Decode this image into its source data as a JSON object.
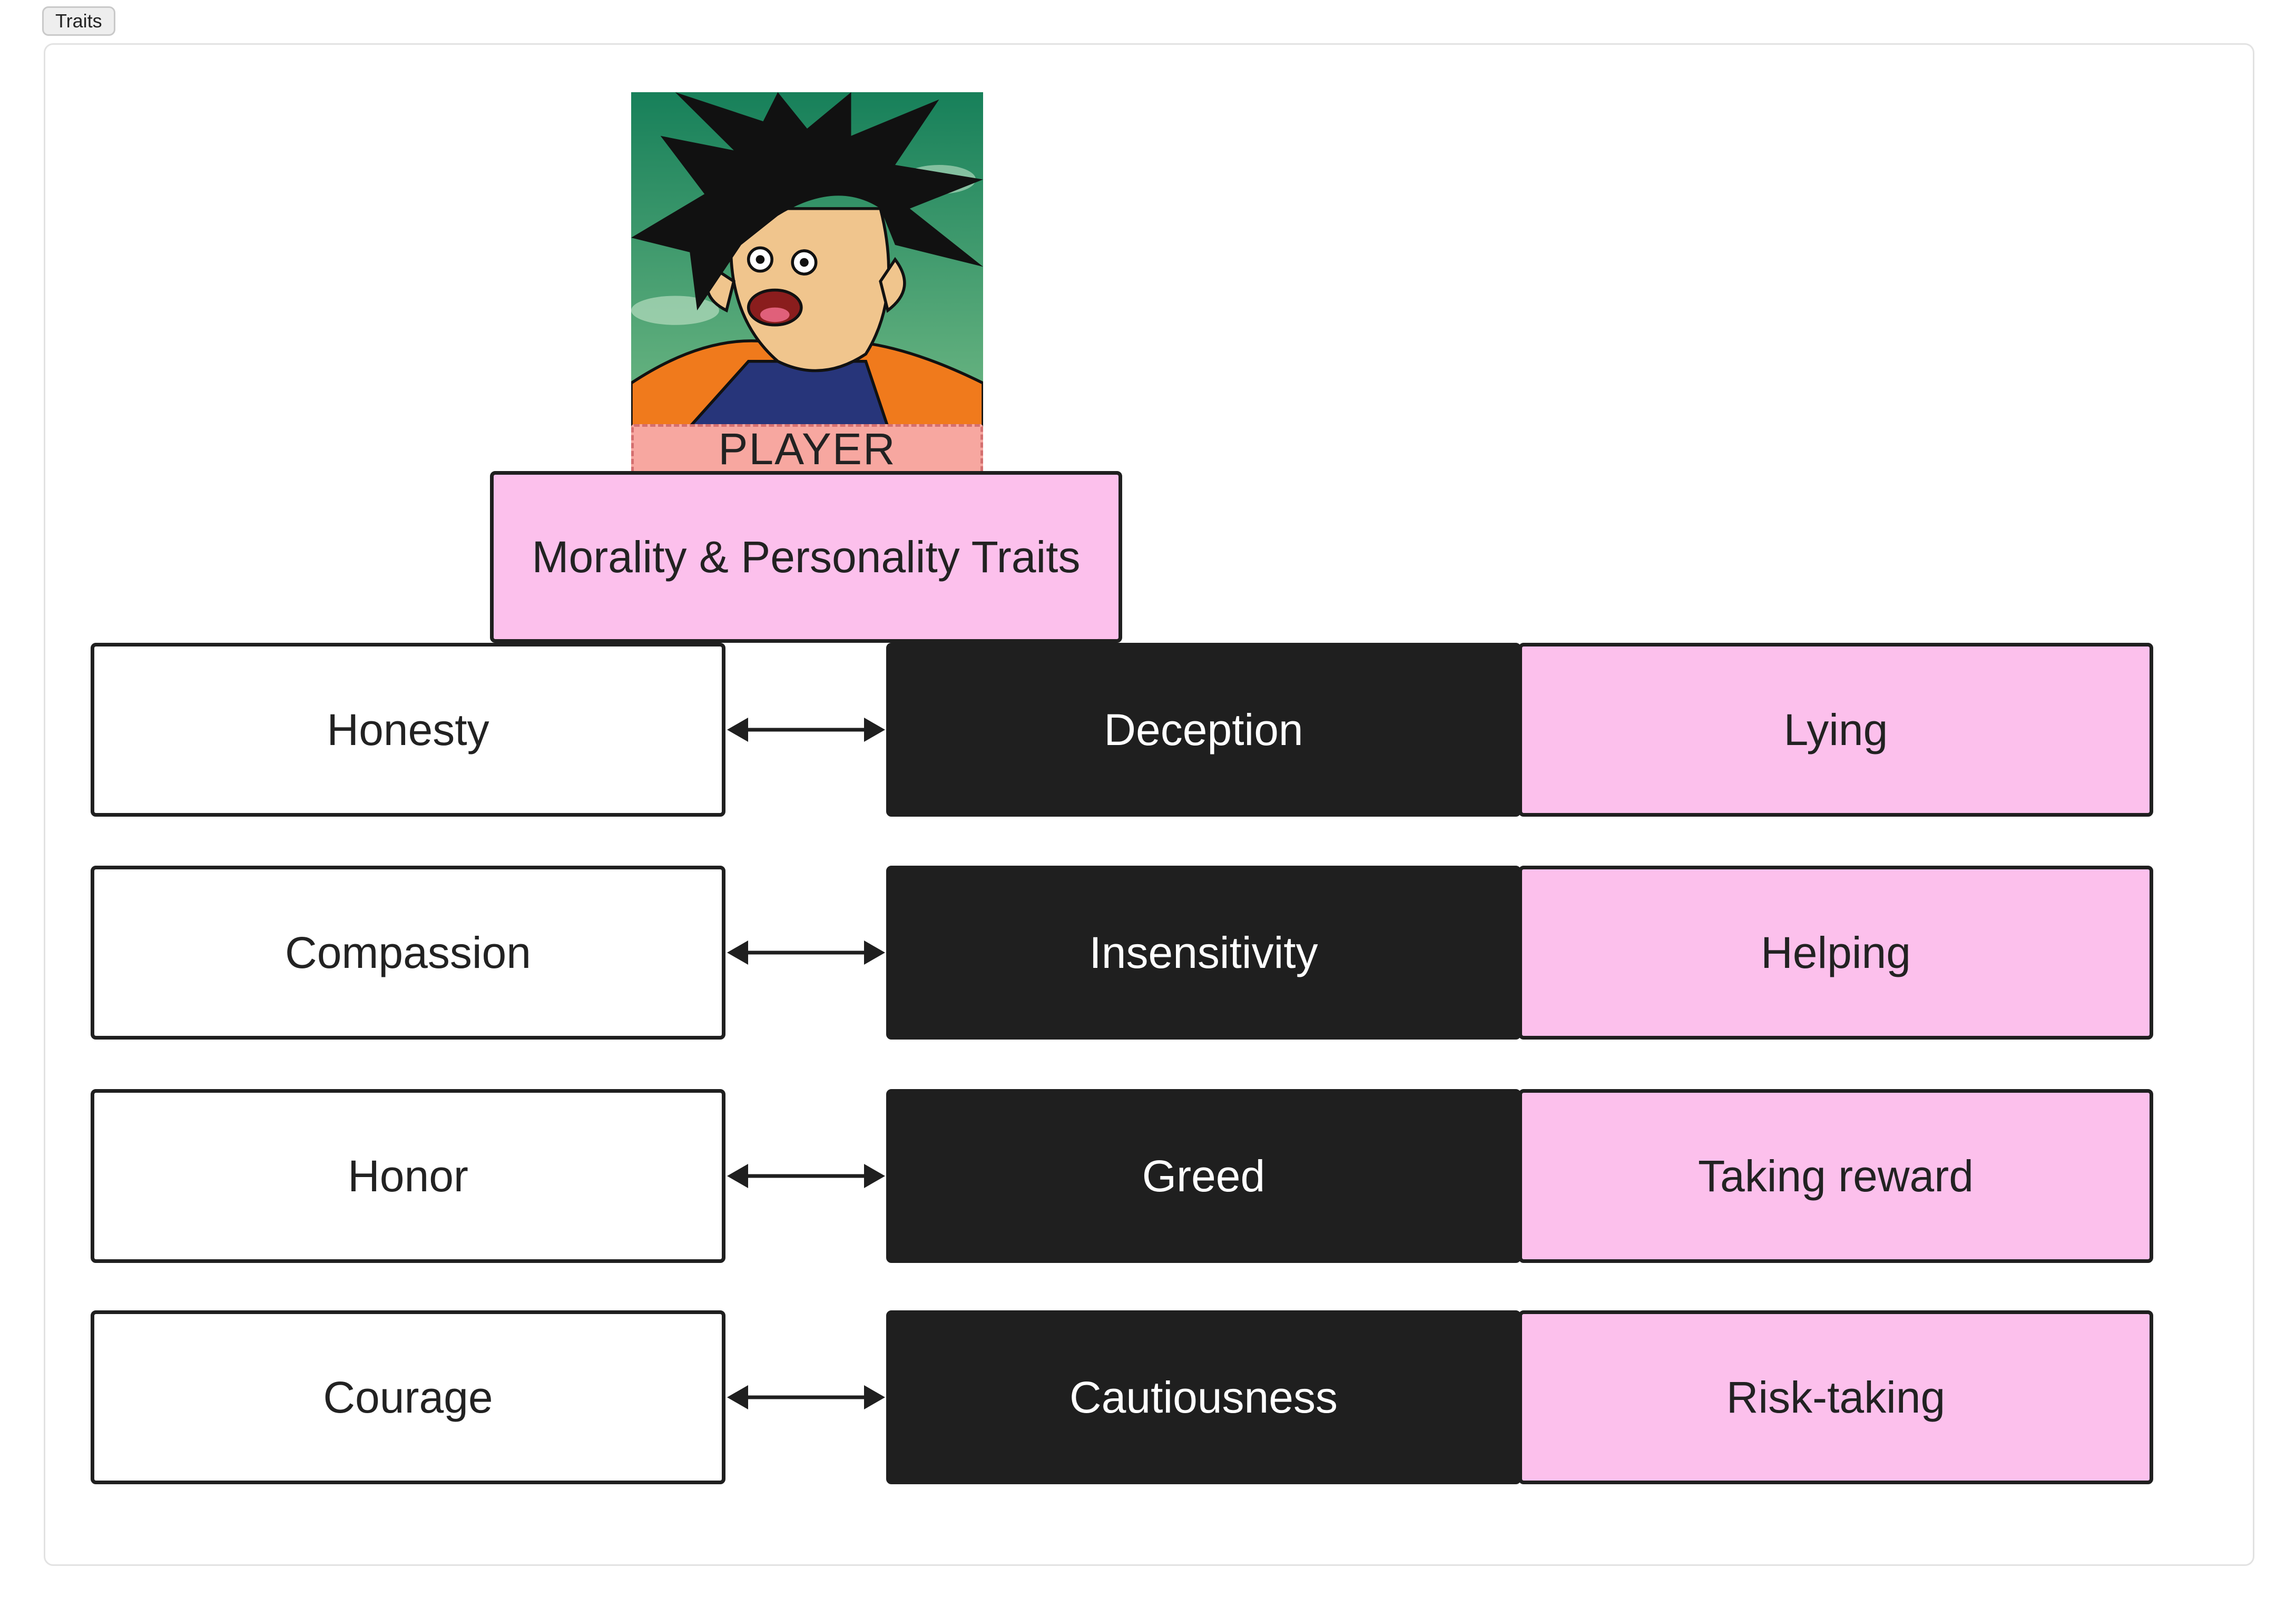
{
  "tab": {
    "label": "Traits"
  },
  "player": {
    "label": "PLAYER",
    "image_icon": "player-portrait"
  },
  "title": "Morality & Personality Traits",
  "rows": [
    {
      "virtue": "Honesty",
      "vice": "Deception",
      "action": "Lying"
    },
    {
      "virtue": "Compassion",
      "vice": "Insensitivity",
      "action": "Helping"
    },
    {
      "virtue": "Honor",
      "vice": "Greed",
      "action": "Taking reward"
    },
    {
      "virtue": "Courage",
      "vice": "Cautiousness",
      "action": "Risk-taking"
    }
  ],
  "colors": {
    "pink": "#fcc0ec",
    "salmon": "#f7a7a0",
    "dark": "#1f1f1f",
    "white": "#ffffff"
  },
  "connector_icon": "double-arrow"
}
